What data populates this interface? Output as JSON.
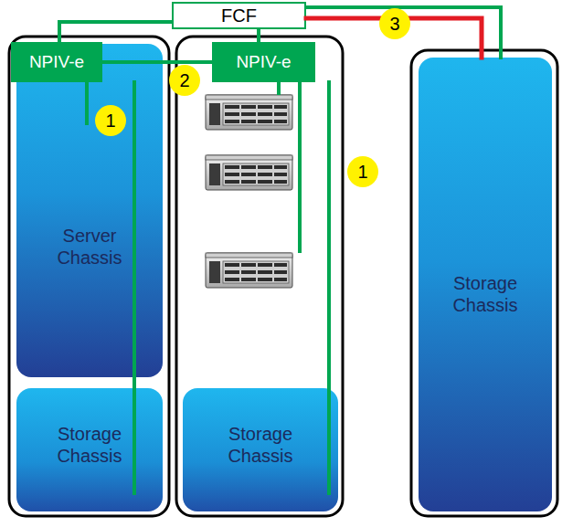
{
  "diagram": {
    "nodes": [
      {
        "text": [
          "FCF"
        ]
      },
      {
        "text": [
          "NPIV-e"
        ]
      },
      {
        "text": [
          "Server Chassis"
        ]
      },
      {
        "text": [
          "Storage Chassis"
        ]
      },
      {
        "text": [
          "NPIV-e"
        ]
      },
      {
        "text": [
          "Storage Chassis"
        ]
      },
      {
        "text": [
          "Storage Chassis"
        ]
      }
    ],
    "edges": [
      {
        "from": 0,
        "to": 1,
        "arrow": "none"
      },
      {
        "from": 0,
        "to": 4,
        "arrow": "none"
      },
      {
        "from": 0,
        "to": 6,
        "arrow": "none"
      },
      {
        "from": 0,
        "to": 6,
        "arrow": "none"
      },
      {
        "from": 1,
        "to": 4,
        "arrow": "none"
      },
      {
        "from": 1,
        "to": 2,
        "arrow": "none"
      },
      {
        "from": 1,
        "to": 3,
        "arrow": "none"
      },
      {
        "from": 4,
        "to": 5,
        "arrow": "none"
      }
    ],
    "labels": [
      "1",
      "2",
      "1",
      "3"
    ]
  }
}
